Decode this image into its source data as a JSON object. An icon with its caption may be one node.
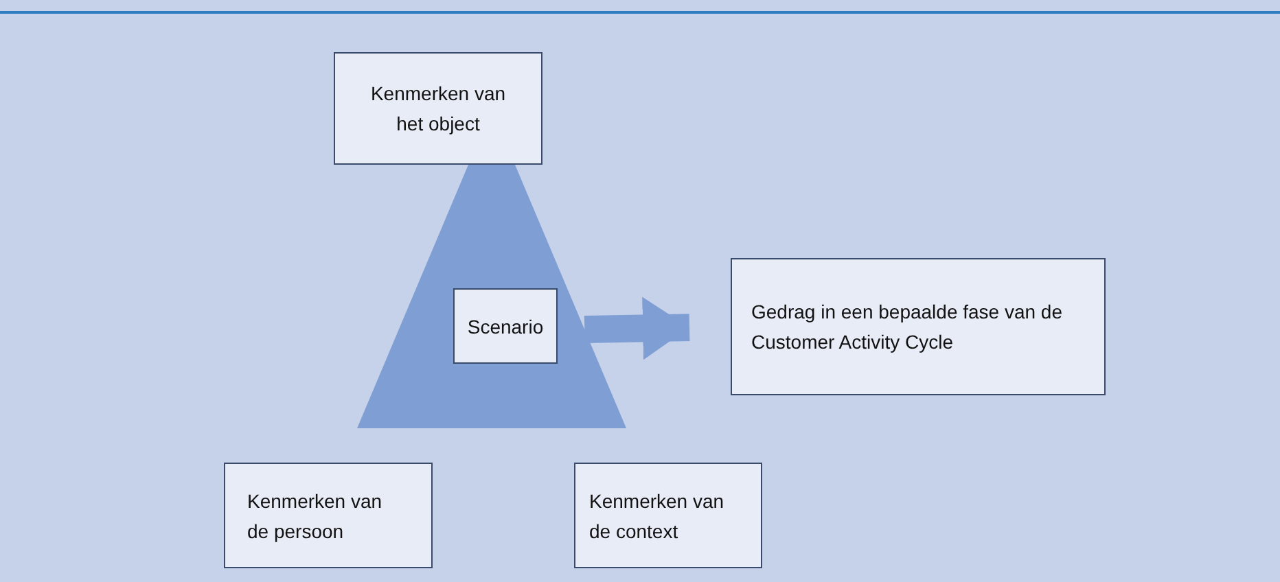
{
  "diagram": {
    "nodes": [
      {
        "text": [
          "Kenmerken van het object"
        ]
      },
      {
        "text": [],
        "shape": "triangle"
      },
      {
        "text": [
          "Scenario"
        ],
        "in": 1
      },
      {
        "text": [
          "Gedrag in een bepaalde fase van de Customer Activity Cycle"
        ]
      },
      {
        "text": [
          "Kenmerken van de persoon"
        ]
      },
      {
        "text": [
          "Kenmerken van de context"
        ]
      }
    ],
    "edges": [
      {
        "from": 1,
        "to": 3,
        "arrow": "to"
      }
    ]
  }
}
